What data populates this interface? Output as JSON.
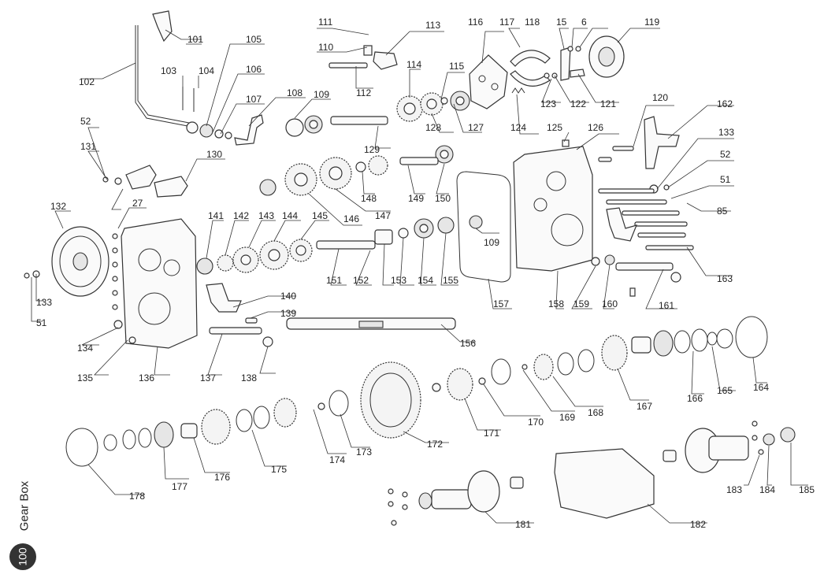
{
  "section_title": "Gear Box",
  "page_number": "100",
  "part_labels": [
    "101",
    "102",
    "103",
    "104",
    "105",
    "106",
    "107",
    "108",
    "109",
    "110",
    "111",
    "112",
    "113",
    "114",
    "115",
    "116",
    "117",
    "118",
    "15",
    "6",
    "119",
    "120",
    "162",
    "133",
    "52",
    "51",
    "85",
    "163",
    "161",
    "160",
    "159",
    "158",
    "157",
    "109",
    "155",
    "154",
    "153",
    "152",
    "151",
    "150",
    "149",
    "148",
    "147",
    "146",
    "145",
    "144",
    "143",
    "142",
    "141",
    "140",
    "139",
    "138",
    "137",
    "136",
    "135",
    "134",
    "133",
    "132",
    "51",
    "27",
    "52",
    "131",
    "130",
    "129",
    "128",
    "127",
    "126",
    "125",
    "124",
    "123",
    "122",
    "121",
    "156",
    "164",
    "165",
    "166",
    "167",
    "168",
    "169",
    "170",
    "171",
    "172",
    "173",
    "174",
    "175",
    "176",
    "177",
    "178",
    "181",
    "182",
    "183",
    "184",
    "185"
  ]
}
